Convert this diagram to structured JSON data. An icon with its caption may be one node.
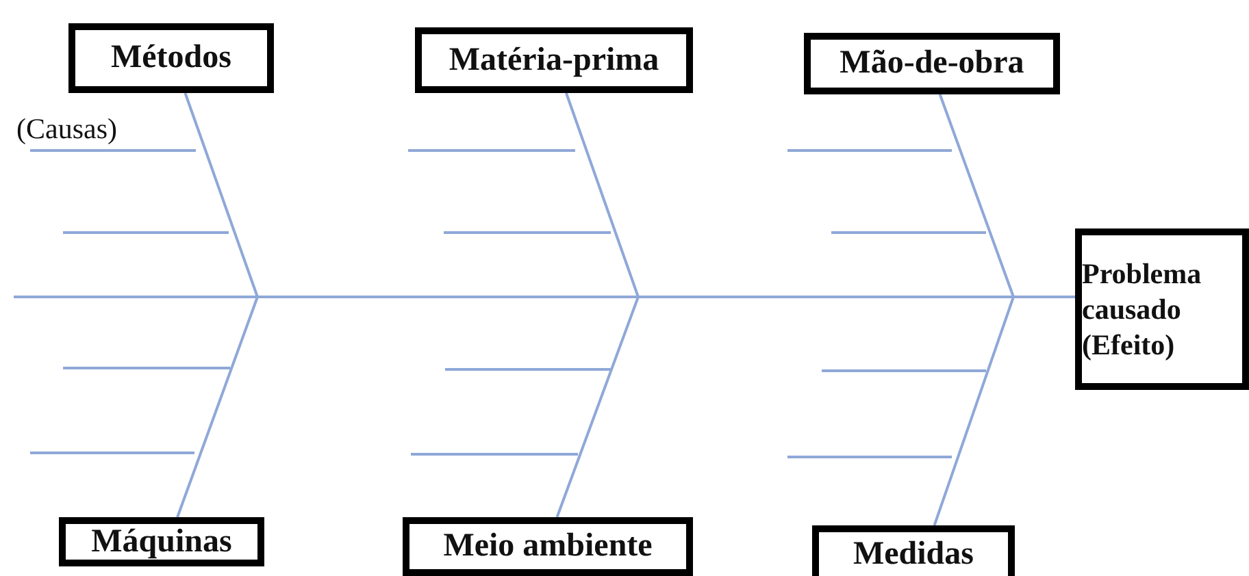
{
  "diagram": {
    "nodes": [
      {
        "text": [
          "Métodos"
        ]
      },
      {
        "text": [
          "Matéria-prima"
        ]
      },
      {
        "text": [
          "Mão-de-obra"
        ]
      },
      {
        "text": [
          "Máquinas"
        ]
      },
      {
        "text": [
          "Meio ambiente"
        ]
      },
      {
        "text": [
          "Medidas"
        ]
      },
      {
        "text": [
          "Problema causado (Efeito)"
        ]
      }
    ],
    "edges": [
      {
        "from": null,
        "to": 6,
        "arrow": "none"
      },
      {
        "from": 0,
        "to": null,
        "arrow": "none"
      },
      {
        "from": 1,
        "to": null,
        "arrow": "none"
      },
      {
        "from": 2,
        "to": null,
        "arrow": "none"
      },
      {
        "from": 3,
        "to": null,
        "arrow": "none"
      },
      {
        "from": 4,
        "to": null,
        "arrow": "none"
      },
      {
        "from": 5,
        "to": null,
        "arrow": "none"
      }
    ],
    "labels": [
      "(Causas)"
    ]
  }
}
